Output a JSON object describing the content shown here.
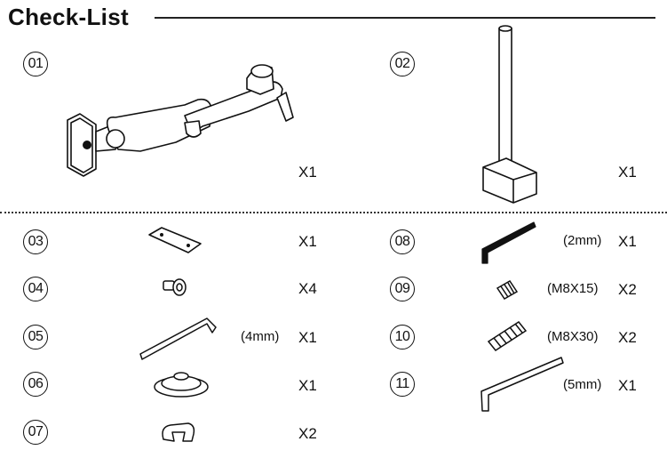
{
  "title": "Check-List",
  "items": [
    {
      "num": "01",
      "qty": "X1",
      "spec": "",
      "icon": "monitor-arm-icon"
    },
    {
      "num": "02",
      "qty": "X1",
      "spec": "",
      "icon": "pole-clamp-icon"
    },
    {
      "num": "03",
      "qty": "X1",
      "spec": "",
      "icon": "plate-icon"
    },
    {
      "num": "04",
      "qty": "X4",
      "spec": "",
      "icon": "screw-washer-icon"
    },
    {
      "num": "05",
      "qty": "X1",
      "spec": "(4mm)",
      "icon": "hex-key-icon"
    },
    {
      "num": "06",
      "qty": "X1",
      "spec": "",
      "icon": "base-plate-icon"
    },
    {
      "num": "07",
      "qty": "X2",
      "spec": "",
      "icon": "cable-clip-icon"
    },
    {
      "num": "08",
      "qty": "X1",
      "spec": "(2mm)",
      "icon": "hex-key-icon"
    },
    {
      "num": "09",
      "qty": "X2",
      "spec": "(M8X15)",
      "icon": "set-screw-icon"
    },
    {
      "num": "10",
      "qty": "X2",
      "spec": "(M8X30)",
      "icon": "set-screw-icon"
    },
    {
      "num": "11",
      "qty": "X1",
      "spec": "(5mm)",
      "icon": "hex-key-icon"
    }
  ]
}
